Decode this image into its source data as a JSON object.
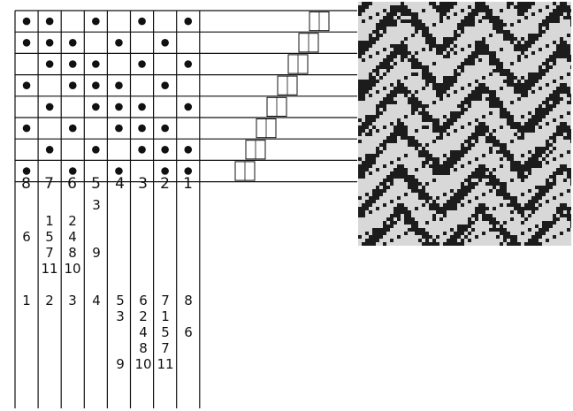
{
  "draft": {
    "rows": [
      [
        1,
        1,
        0,
        1,
        0,
        1,
        0,
        1
      ],
      [
        1,
        1,
        1,
        0,
        1,
        0,
        1,
        0
      ],
      [
        0,
        1,
        1,
        1,
        0,
        1,
        0,
        1
      ],
      [
        1,
        0,
        1,
        1,
        1,
        0,
        1,
        0
      ],
      [
        0,
        1,
        0,
        1,
        1,
        1,
        0,
        1
      ],
      [
        1,
        0,
        1,
        0,
        1,
        1,
        1,
        0
      ],
      [
        0,
        1,
        0,
        1,
        0,
        1,
        1,
        1
      ],
      [
        1,
        0,
        1,
        0,
        1,
        0,
        1,
        1
      ]
    ],
    "shaft_labels": [
      "8",
      "7",
      "6",
      "5",
      "4",
      "3",
      "2",
      "1"
    ],
    "threading_columns": [
      {
        "lines": [
          "",
          "",
          "6",
          "",
          "",
          "",
          "1"
        ]
      },
      {
        "lines": [
          "",
          "1",
          "5",
          "7",
          "11",
          "",
          "2"
        ]
      },
      {
        "lines": [
          "",
          "2",
          "4",
          "8",
          "10",
          "",
          "3"
        ]
      },
      {
        "lines": [
          "3",
          "",
          "",
          "9",
          "",
          "",
          "4"
        ]
      },
      {
        "lines": [
          "",
          "",
          "",
          "",
          "",
          "",
          "5",
          "3",
          "",
          "",
          "9"
        ]
      },
      {
        "lines": [
          "",
          "",
          "",
          "",
          "",
          "",
          "6",
          "2",
          "4",
          "8",
          "10"
        ]
      },
      {
        "lines": [
          "",
          "",
          "",
          "",
          "",
          "",
          "7",
          "1",
          "5",
          "7",
          "11"
        ]
      },
      {
        "lines": [
          "",
          "",
          "",
          "",
          "",
          "",
          "8",
          "",
          "6"
        ]
      }
    ]
  },
  "colors": {
    "ink": "#111111",
    "cloth_dark": "#1c1c1c",
    "cloth_light": "#d8d8d8"
  }
}
